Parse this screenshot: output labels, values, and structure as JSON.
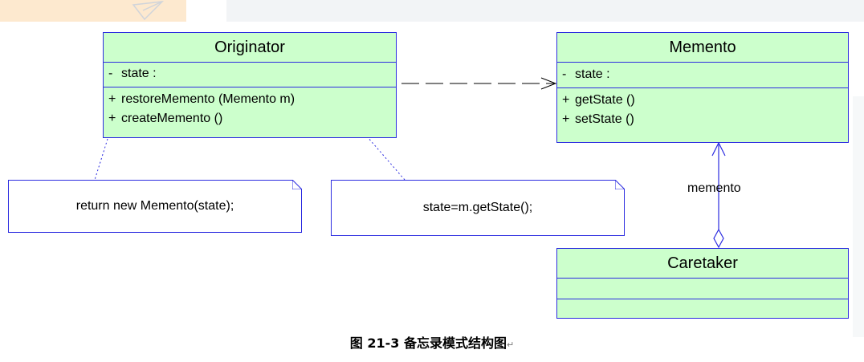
{
  "classes": {
    "originator": {
      "name": "Originator",
      "attributes": [
        {
          "vis": "-",
          "text": "state :"
        }
      ],
      "operations": [
        {
          "vis": "+",
          "text": "restoreMemento (Memento m)"
        },
        {
          "vis": "+",
          "text": "createMemento ()"
        }
      ]
    },
    "memento": {
      "name": "Memento",
      "attributes": [
        {
          "vis": "-",
          "text": "state :"
        }
      ],
      "operations": [
        {
          "vis": "+",
          "text": "getState ()"
        },
        {
          "vis": "+",
          "text": "setState ()"
        }
      ]
    },
    "caretaker": {
      "name": "Caretaker"
    }
  },
  "notes": {
    "create_note": "return new Memento(state);",
    "restore_note": "state=m.getState();"
  },
  "association_label": "memento",
  "caption": {
    "text": "图 21-3  备忘录模式结构图",
    "return_mark": "↵"
  },
  "colors": {
    "class_fill": "#ccffcc",
    "border": "#2c2ce0",
    "note_fill": "#ffffff"
  }
}
